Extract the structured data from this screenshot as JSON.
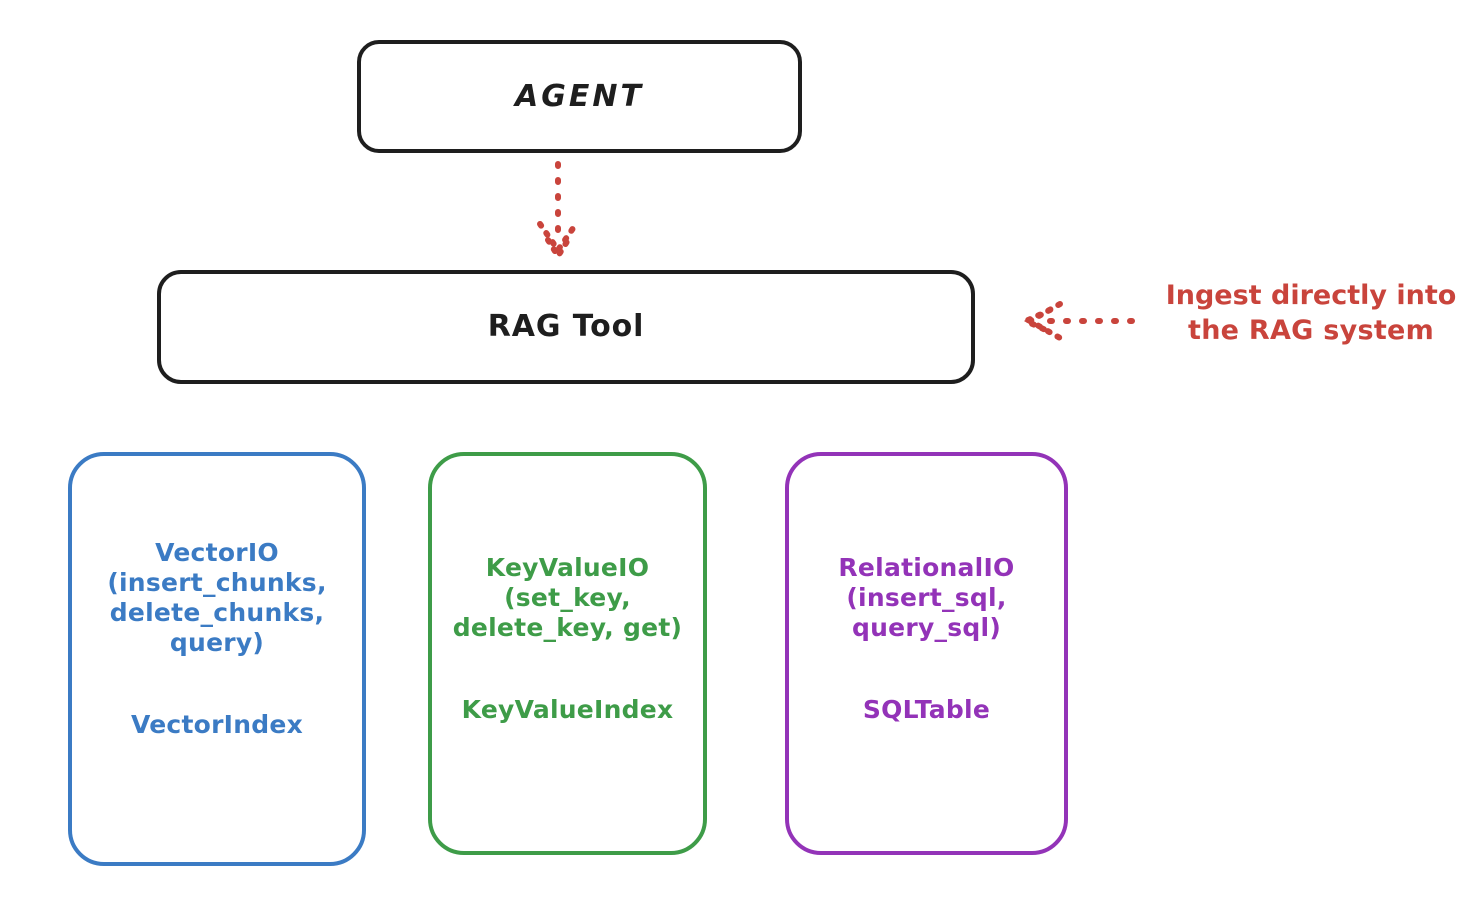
{
  "diagram": {
    "title_node": {
      "label": "AGENT"
    },
    "tool_node": {
      "label": "RAG Tool"
    },
    "providers": [
      {
        "id": "vectorio",
        "title": "VectorIO\n(insert_chunks,\ndelete_chunks,\nquery)",
        "subtitle": "VectorIndex",
        "color": "#3b7bc4"
      },
      {
        "id": "keyvalueio",
        "title": "KeyValueIO\n(set_key,\ndelete_key, get)",
        "subtitle": "KeyValueIndex",
        "color": "#3e9c48"
      },
      {
        "id": "relationalio",
        "title": "RelationalIO\n(insert_sql,\nquery_sql)",
        "subtitle": "SQLTable",
        "color": "#9333b8"
      }
    ],
    "annotation": {
      "line1": "Ingest directly into",
      "line2": "the RAG system",
      "color": "#c9443c"
    },
    "colors": {
      "stroke": "#1e1e1e",
      "accent_red": "#c9443c",
      "background": "#ffffff"
    }
  }
}
